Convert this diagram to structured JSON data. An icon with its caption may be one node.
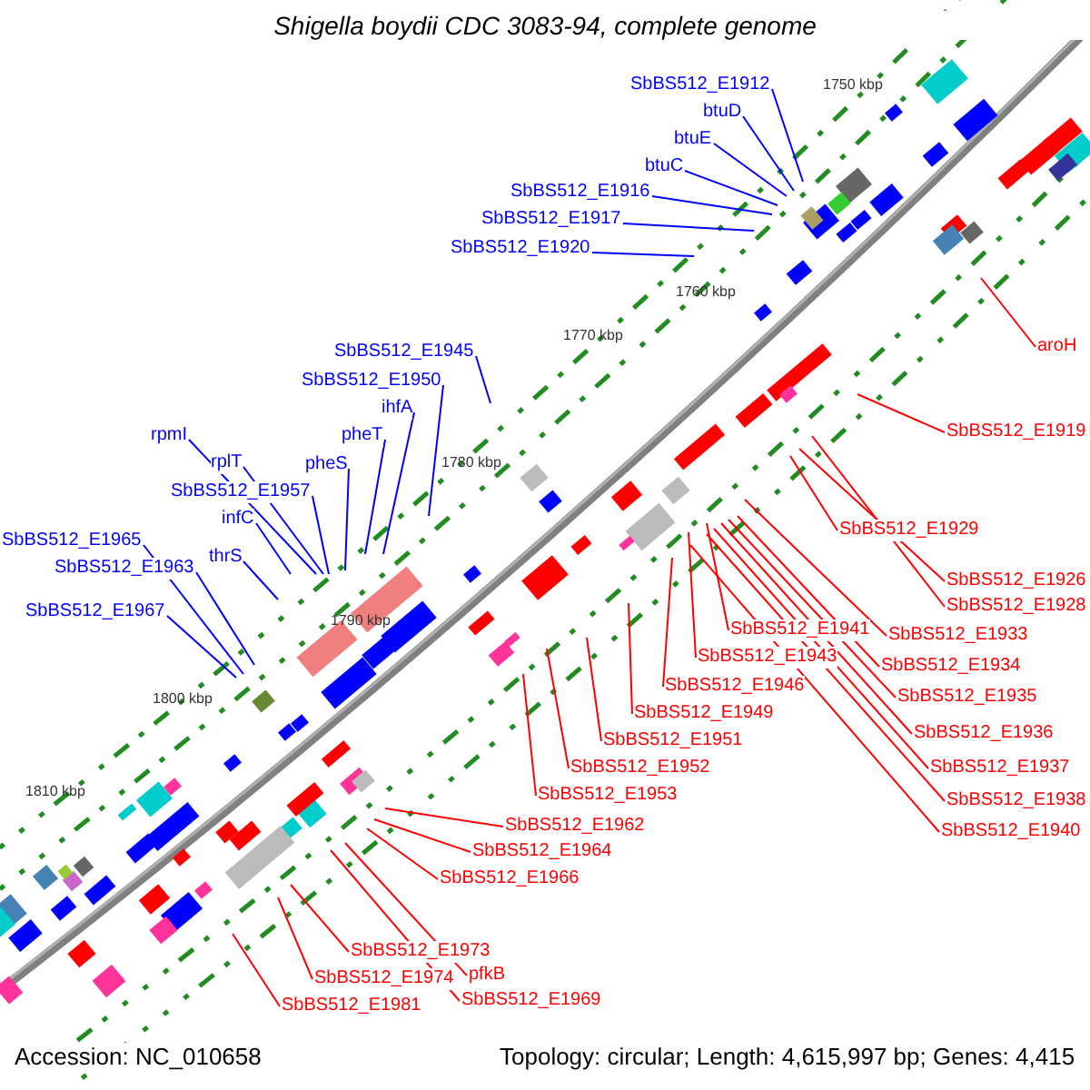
{
  "diagram": {
    "title": "Shigella boydii CDC 3083-94, complete genome",
    "nodes": [
      {
        "text": [
          "SbBS512_E1912"
        ]
      },
      {
        "text": [
          "btuD"
        ]
      },
      {
        "text": [
          "btuE"
        ]
      },
      {
        "text": [
          "btuC"
        ]
      },
      {
        "text": [
          "SbBS512_E1916"
        ]
      },
      {
        "text": [
          "SbBS512_E1917"
        ]
      },
      {
        "text": [
          "SbBS512_E1920"
        ]
      },
      {
        "text": [
          "aroH"
        ]
      },
      {
        "text": [
          "SbBS512_E1945"
        ]
      },
      {
        "text": [
          "SbBS512_E1950"
        ]
      },
      {
        "text": [
          "ihfA"
        ]
      },
      {
        "text": [
          "SbBS512_E1919"
        ]
      },
      {
        "text": [
          "rpmI"
        ]
      },
      {
        "text": [
          "pheT"
        ]
      },
      {
        "text": [
          "rplT"
        ]
      },
      {
        "text": [
          "pheS"
        ]
      },
      {
        "text": [
          "SbBS512_E1957"
        ]
      },
      {
        "text": [
          "infC"
        ]
      },
      {
        "text": [
          "SbBS512_E1929"
        ]
      },
      {
        "text": [
          "SbBS512_E1965"
        ]
      },
      {
        "text": [
          "thrS"
        ]
      },
      {
        "text": [
          "SbBS512_E1963"
        ]
      },
      {
        "text": [
          "SbBS512_E1926"
        ]
      },
      {
        "text": [
          "SbBS512_E1928"
        ]
      },
      {
        "text": [
          "SbBS512_E1967"
        ]
      },
      {
        "text": [
          "SbBS512_E1941"
        ]
      },
      {
        "text": [
          "SbBS512_E1933"
        ]
      },
      {
        "text": [
          "SbBS512_E1943"
        ]
      },
      {
        "text": [
          "SbBS512_E1934"
        ]
      },
      {
        "text": [
          "SbBS512_E1946"
        ]
      },
      {
        "text": [
          "SbBS512_E1935"
        ]
      },
      {
        "text": [
          "SbBS512_E1949"
        ]
      },
      {
        "text": [
          "SbBS512_E1936"
        ]
      },
      {
        "text": [
          "SbBS512_E1951"
        ]
      },
      {
        "text": [
          "SbBS512_E1937"
        ]
      },
      {
        "text": [
          "SbBS512_E1952"
        ]
      },
      {
        "text": [
          "SbBS512_E1953"
        ]
      },
      {
        "text": [
          "SbBS512_E1938"
        ]
      },
      {
        "text": [
          "SbBS512_E1962"
        ]
      },
      {
        "text": [
          "SbBS512_E1940"
        ]
      },
      {
        "text": [
          "SbBS512_E1964"
        ]
      },
      {
        "text": [
          "SbBS512_E1966"
        ]
      },
      {
        "text": [
          "SbBS512_E1973"
        ]
      },
      {
        "text": [
          "pfkB"
        ]
      },
      {
        "text": [
          "SbBS512_E1974"
        ]
      },
      {
        "text": [
          "SbBS512_E1969"
        ]
      },
      {
        "text": [
          "SbBS512_E1981"
        ]
      }
    ],
    "edges": [
      {
        "from": 0,
        "to": null,
        "arrow": "none",
        "color": "#0000ff"
      },
      {
        "from": 1,
        "to": null,
        "arrow": "none",
        "color": "#0000ff"
      },
      {
        "from": 2,
        "to": null,
        "arrow": "none",
        "color": "#0000ff"
      },
      {
        "from": 3,
        "to": null,
        "arrow": "none",
        "color": "#0000ff"
      },
      {
        "from": 4,
        "to": null,
        "arrow": "none",
        "color": "#0000ff"
      },
      {
        "from": 5,
        "to": null,
        "arrow": "none",
        "color": "#0000ff"
      },
      {
        "from": 6,
        "to": null,
        "arrow": "none",
        "color": "#0000ff"
      },
      {
        "from": 7,
        "to": null,
        "arrow": "none"
      },
      {
        "from": 8,
        "to": null,
        "arrow": "none",
        "color": "#0000ff"
      },
      {
        "from": 9,
        "to": null,
        "arrow": "none",
        "color": "#0000ff"
      },
      {
        "from": 10,
        "to": null,
        "arrow": "none",
        "color": "#0000ff"
      },
      {
        "from": 11,
        "to": null,
        "arrow": "none"
      },
      {
        "from": 12,
        "to": null,
        "arrow": "none",
        "color": "#0000ff"
      },
      {
        "from": 13,
        "to": null,
        "arrow": "none",
        "color": "#0000ff"
      },
      {
        "from": 14,
        "to": null,
        "arrow": "none",
        "color": "#0000ff"
      },
      {
        "from": 15,
        "to": null,
        "arrow": "none",
        "color": "#0000ff"
      },
      {
        "from": 16,
        "to": null,
        "arrow": "none",
        "color": "#0000ff"
      },
      {
        "from": 17,
        "to": null,
        "arrow": "none",
        "color": "#0000ff"
      },
      {
        "from": 18,
        "to": null,
        "arrow": "none"
      },
      {
        "from": 19,
        "to": null,
        "arrow": "none",
        "color": "#0000ff"
      },
      {
        "from": 20,
        "to": null,
        "arrow": "none",
        "color": "#0000ff"
      },
      {
        "from": 21,
        "to": null,
        "arrow": "none",
        "color": "#0000ff"
      },
      {
        "from": 22,
        "to": null,
        "arrow": "none"
      },
      {
        "from": 23,
        "to": null,
        "arrow": "none"
      },
      {
        "from": 24,
        "to": null,
        "arrow": "none",
        "color": "#0000ff"
      },
      {
        "from": 25,
        "to": null,
        "arrow": "none"
      },
      {
        "from": 26,
        "to": null,
        "arrow": "none"
      },
      {
        "from": 27,
        "to": null,
        "arrow": "none"
      },
      {
        "from": 28,
        "to": null,
        "arrow": "none"
      },
      {
        "from": 29,
        "to": null,
        "arrow": "none"
      },
      {
        "from": 30,
        "to": null,
        "arrow": "none"
      },
      {
        "from": 31,
        "to": null,
        "arrow": "none"
      },
      {
        "from": 32,
        "to": null,
        "arrow": "none"
      },
      {
        "from": 33,
        "to": null,
        "arrow": "none"
      },
      {
        "from": 34,
        "to": null,
        "arrow": "none"
      },
      {
        "from": 35,
        "to": null,
        "arrow": "none"
      },
      {
        "from": 36,
        "to": null,
        "arrow": "none"
      },
      {
        "from": 37,
        "to": null,
        "arrow": "none"
      },
      {
        "from": 38,
        "to": null,
        "arrow": "none"
      },
      {
        "from": 39,
        "to": null,
        "arrow": "none"
      },
      {
        "from": 40,
        "to": null,
        "arrow": "none"
      },
      {
        "from": 41,
        "to": null,
        "arrow": "none"
      },
      {
        "from": 42,
        "to": null,
        "arrow": "none"
      },
      {
        "from": 43,
        "to": null,
        "arrow": "none"
      },
      {
        "from": 44,
        "to": null,
        "arrow": "none"
      },
      {
        "from": 45,
        "to": null,
        "arrow": "none"
      },
      {
        "from": 46,
        "to": null,
        "arrow": "none"
      }
    ],
    "labels": [
      "1750 kbp",
      "1760 kbp",
      "1770 kbp",
      "1780 kbp",
      "1790 kbp",
      "1800 kbp",
      "1810 kbp",
      "Accession: NC_010658",
      "Topology: circular; Length: 4,615,997 bp; Genes: 4,415"
    ]
  }
}
